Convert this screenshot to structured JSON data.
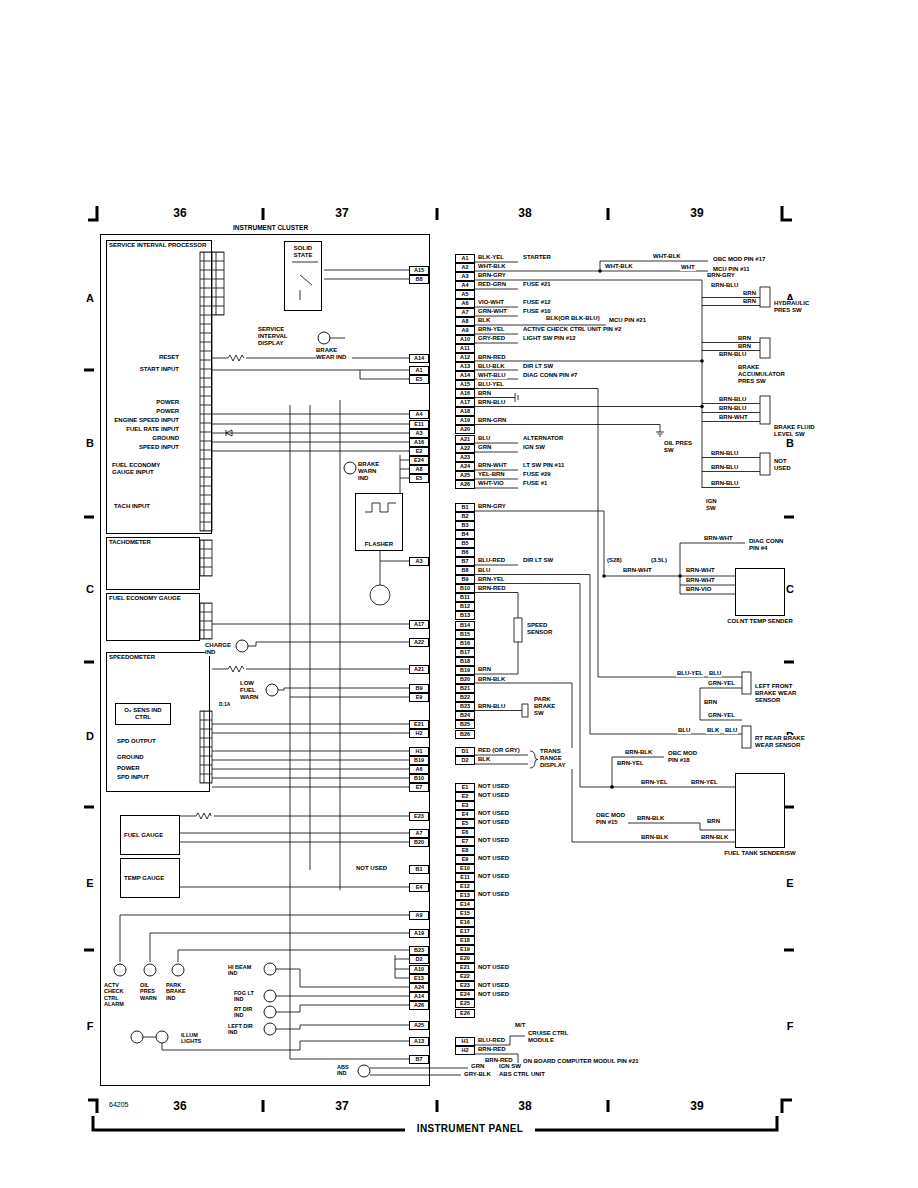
{
  "diagram": {
    "title": "INSTRUMENT PANEL",
    "nodes": [
      {
        "text": [
          "INSTRUMENT CLUSTER"
        ]
      },
      {
        "text": [
          "SERVICE INTERVAL PROCESSOR"
        ],
        "in": 0
      },
      {
        "text": [
          "SOLID STATE"
        ],
        "in": 0
      },
      {
        "text": [
          "TACHOMETER"
        ],
        "in": 0
      },
      {
        "text": [
          "FUEL ECONOMY GAUGE"
        ],
        "in": 0
      },
      {
        "text": [
          "SPEEDOMETER"
        ],
        "in": 0
      },
      {
        "text": [
          "O₂ SENS IND CTRL"
        ],
        "in": 5
      },
      {
        "text": [
          "FLASHER"
        ],
        "in": 0
      },
      {
        "text": [
          "FUEL GAUGE"
        ],
        "in": 0
      },
      {
        "text": [
          "TEMP GAUGE"
        ],
        "in": 0
      },
      {
        "text": [
          "COLNT TEMP SENDER"
        ]
      },
      {
        "text": [
          "FUEL TANK SENDER/SW"
        ]
      }
    ],
    "labels": [
      "36",
      "37",
      "38",
      "39",
      "36",
      "37",
      "38",
      "39",
      "A",
      "B",
      "C",
      "D",
      "E",
      "F",
      "A",
      "B",
      "C",
      "D",
      "E",
      "F",
      "64205",
      "SERVICE INTERVAL DISPLAY",
      "BRAKE WEAR IND",
      "RESET",
      "START INPUT",
      "POWER",
      "POWER",
      "ENGINE SPEED INPUT",
      "FUEL RATE INPUT",
      "GROUND",
      "SPEED INPUT",
      "FUEL ECONOMY GAUGE INPUT",
      "TACH INPUT",
      "BRAKE WARN IND",
      "CHARGE IND",
      "LOW FUEL WARN",
      "D.1A",
      "SPD OUTPUT",
      "GROUND",
      "POWER",
      "SPD INPUT",
      "NOT USED",
      "ACTV CHECK CTRL ALARM",
      "OIL PRES WARN",
      "PARK BRAKE IND",
      "HI BEAM IND",
      "FOG LT IND",
      "RT DIR IND",
      "LEFT DIR IND",
      "ILLUM LIGHTS",
      "ABS IND",
      "A15",
      "B8",
      "A14",
      "A1",
      "E5",
      "A4",
      "E11",
      "A3",
      "A16",
      "E2",
      "E24",
      "A8",
      "E5",
      "A3",
      "A17",
      "A22",
      "A21",
      "B9",
      "E9",
      "E21",
      "H2",
      "H1",
      "B19",
      "A6",
      "B10",
      "E7",
      "E23",
      "A7",
      "B20",
      "B1",
      "E4",
      "A9",
      "A19",
      "B23",
      "D2",
      "A10",
      "E13",
      "A24",
      "A14",
      "A26",
      "A25",
      "A13",
      "B7",
      "A1",
      "A2",
      "A3",
      "A4",
      "A5",
      "A6",
      "A7",
      "A8",
      "A9",
      "A10",
      "A11",
      "A12",
      "A13",
      "A14",
      "A15",
      "A16",
      "A17",
      "A18",
      "A19",
      "A20",
      "A21",
      "A22",
      "A23",
      "A24",
      "A25",
      "A26",
      "B1",
      "B2",
      "B3",
      "B4",
      "B5",
      "B6",
      "B7",
      "B8",
      "B9",
      "B10",
      "B11",
      "B12",
      "B13",
      "B14",
      "B15",
      "B16",
      "B17",
      "B18",
      "B19",
      "B20",
      "B21",
      "B22",
      "B23",
      "B24",
      "B25",
      "B26",
      "D1",
      "D2",
      "E1",
      "E2",
      "E3",
      "E4",
      "E5",
      "E6",
      "E7",
      "E8",
      "E9",
      "E10",
      "E11",
      "E12",
      "E13",
      "E14",
      "E15",
      "E16",
      "E17",
      "E18",
      "E19",
      "E20",
      "E21",
      "E22",
      "E23",
      "E24",
      "E25",
      "E26",
      "H1",
      "H2",
      "BLK-YEL",
      "STARTER",
      "WHT-BLK",
      "WHT-BLK",
      "OBC MOD PIN #17",
      "WHT-BLK",
      "WHT",
      "MCU PIN #11",
      "BRN-GRY",
      "BRN-GRY",
      "RED-GRN",
      "FUSE #21",
      "VIO-WHT",
      "FUSE #12",
      "GRN-WHT",
      "FUSE #10",
      "BLK",
      "BLK(OR BLK-BLU)",
      "MCU PIN #21",
      "BRN-YEL",
      "ACTIVE CHECK CTRL UNIT PIN #2",
      "GRY-RED",
      "LIGHT SW PIN #12",
      "BRN-RED",
      "BLU-BLK",
      "DIR LT SW",
      "WHT-BLU",
      "DIAG CONN PIN #7",
      "BLU-YEL",
      "BRN",
      "BRN-BLU",
      "BRN-GRN",
      "OIL PRES SW",
      "BLU",
      "ALTERNATOR",
      "GRN",
      "IGN SW",
      "BRN-WHT",
      "LT SW PIN #11",
      "YEL-BRN",
      "FUSE #29",
      "WHT-VIO",
      "FUSE #1",
      "BRN-BLU",
      "BRN",
      "BRN",
      "HYDRAULIC PRES SW",
      "BRN",
      "BRN",
      "BRN-BLU",
      "BRAKE ACCUMULATOR PRES SW",
      "BRN-BLU",
      "BRN-BLU",
      "BRN-WHT",
      "BRAKE FLUID LEVEL SW",
      "BRN-BLU",
      "BRN-BLU",
      "NOT USED",
      "BRN-BLU",
      "IGN SW",
      "BRN-GRY",
      "BLU-RED",
      "DIR LT SW",
      "BLU",
      "BRN-YEL",
      "BRN-RED",
      "SPEED SENSOR",
      "BRN",
      "BRN-BLK",
      "BRN-BLU",
      "PARK BRAKE SW",
      "BRN-WHT",
      "DIAG CONN PIN #4",
      "(S28)",
      "(3.5L)",
      "BRN-WHT",
      "BRN-WHT",
      "BRN-WHT",
      "BRN-VIO",
      "BLU-YEL",
      "BLU",
      "GRN-YEL",
      "BRN",
      "LEFT FRONT BRAKE WEAR SENSOR",
      "GRN-YEL",
      "BLU",
      "BLK",
      "BLU",
      "RT REAR BRAKE WEAR SENSOR",
      "BRN-BLK",
      "OBC MOD PIN #18",
      "BRN-YEL",
      "BRN-YEL",
      "BRN-YEL",
      "OBC MOD PIN #15",
      "BRN-BLK",
      "BRN",
      "BRN-BLK",
      "BRN-BLK",
      "RED (OR GRY)",
      "BLK",
      "TRANS RANGE DISPLAY",
      "NOT USED",
      "NOT USED",
      "NOT USED",
      "NOT USED",
      "NOT USED",
      "NOT USED",
      "NOT USED",
      "NOT USED",
      "NOT USED",
      "NOT USED",
      "NOT USED",
      "BLU-RED",
      "M/T",
      "CRUISE CTRL MODULE",
      "BRN-RED",
      "BRN-RED",
      "ON BOARD COMPUTER MODUL PIN #21",
      "GRN",
      "GRY-BLK",
      "IGN SW",
      "ABS CTRL UNIT"
    ]
  }
}
